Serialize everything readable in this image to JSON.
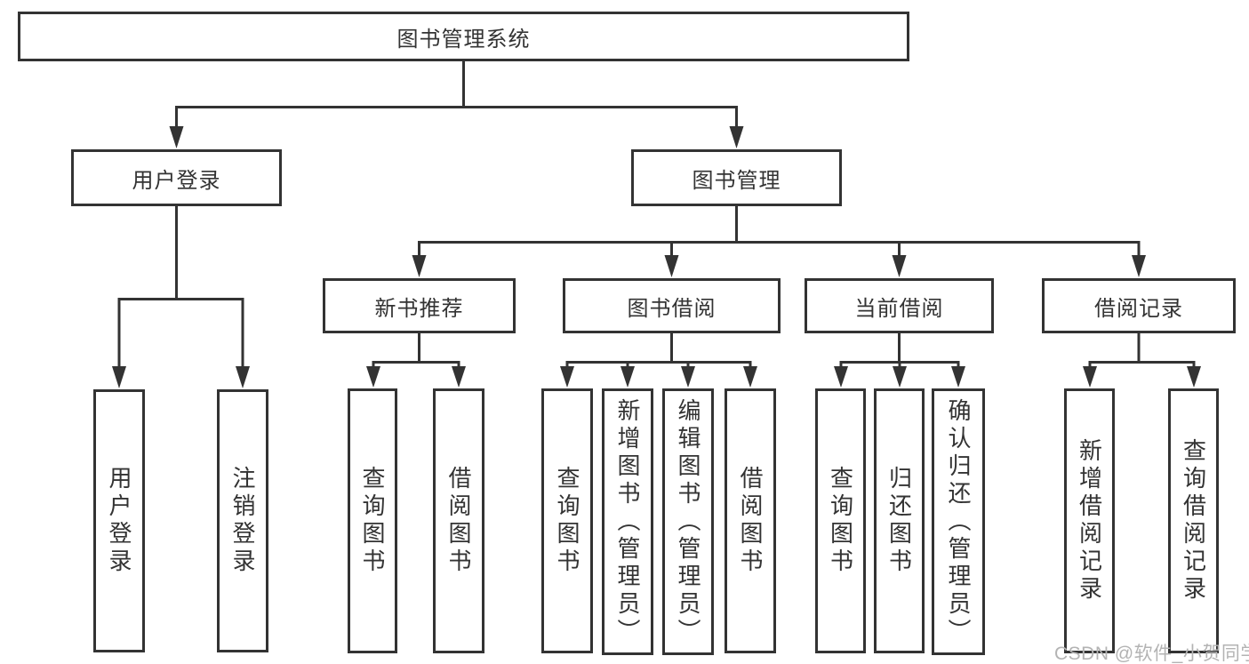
{
  "diagram": {
    "root": "图书管理系统",
    "level2": [
      "用户登录",
      "图书管理"
    ],
    "login_children": [
      "用户登录",
      "注销登录"
    ],
    "mgmt_children": [
      "新书推荐",
      "图书借阅",
      "当前借阅",
      "借阅记录"
    ],
    "new_rec_children": [
      "查询图书",
      "借阅图书"
    ],
    "borrow_children": [
      "查询图书",
      "新增图书（管理员）",
      "编辑图书（管理员）",
      "借阅图书"
    ],
    "current_children": [
      "查询图书",
      "归还图书",
      "确认归还（管理员）"
    ],
    "records_children": [
      "新增借阅记录",
      "查询借阅记录"
    ]
  },
  "watermark": {
    "text": "CSDN @软件_小贺同学"
  },
  "colors": {
    "line": "#333333",
    "border": "#333333",
    "text": "#333333",
    "background": "#ffffff",
    "watermark": "#b3b3b3"
  }
}
